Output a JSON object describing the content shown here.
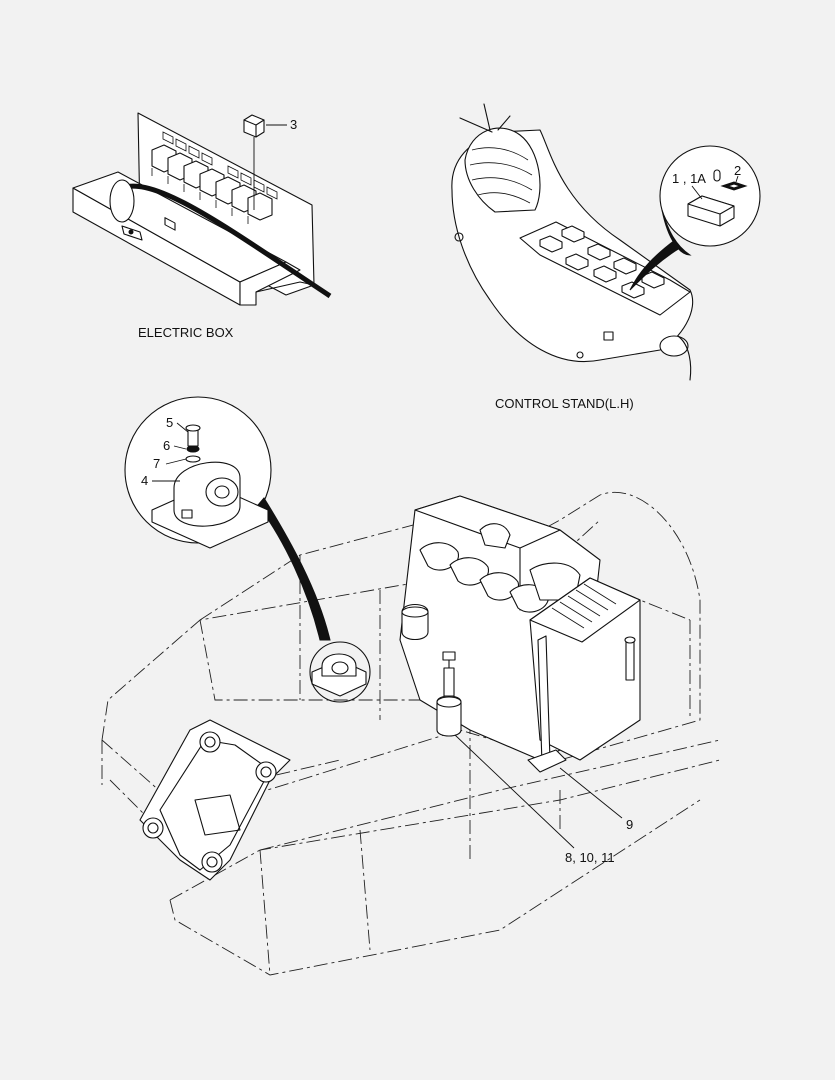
{
  "captions": {
    "electric_box": "ELECTRIC BOX",
    "control_stand": "CONTROL STAND(L.H)"
  },
  "callouts": {
    "c1": "1 , 1A",
    "c2": "2",
    "c3": "3",
    "c4": "4",
    "c5": "5",
    "c6": "6",
    "c7": "7",
    "c8": "8, 10, 11",
    "c9": "9"
  }
}
